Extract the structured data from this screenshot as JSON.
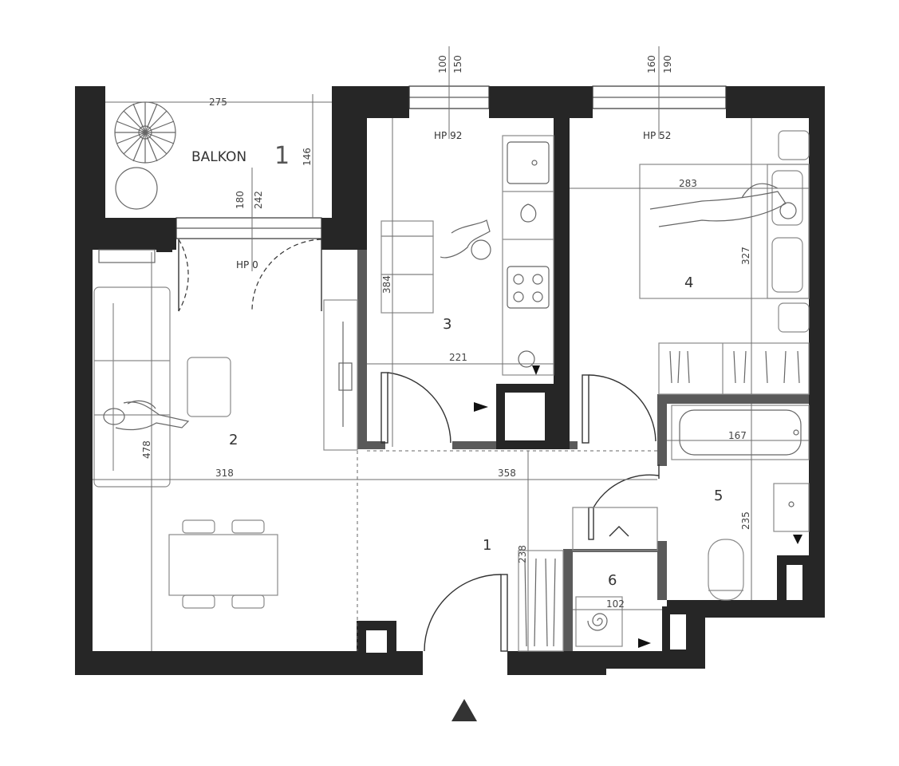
{
  "plan": {
    "balcony_label": "BALKON",
    "balcony_number": "1",
    "rooms": [
      "1",
      "2",
      "3",
      "4",
      "5",
      "6"
    ],
    "dimensions": {
      "balcony_width": "275",
      "balcony_depth": "146",
      "balcony_door_180": "180",
      "balcony_door_242": "242",
      "kitchen_height": "384",
      "kitchen_width": "221",
      "bedroom_width": "283",
      "bedroom_height": "327",
      "living_height": "478",
      "living_width": "318",
      "hall_width": "358",
      "hall_height": "238",
      "bath_width": "167",
      "bath_height": "235",
      "utility_width": "102",
      "kitchen_window_100": "100",
      "kitchen_window_150": "150",
      "bedroom_window_160": "160",
      "bedroom_window_190": "190"
    },
    "windows": {
      "living": "HP 0",
      "kitchen": "HP 92",
      "bedroom": "HP 52"
    }
  }
}
